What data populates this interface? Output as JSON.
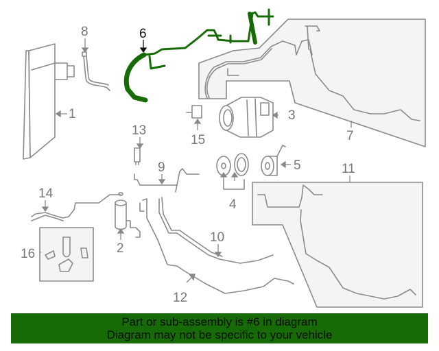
{
  "diagram": {
    "highlighted_part": "6",
    "colors": {
      "highlight": "#176b06",
      "line": "#888888",
      "box_fill": "#f4f4f4",
      "banner_bg": "#176b06"
    },
    "callouts": [
      {
        "id": "1",
        "label": "1"
      },
      {
        "id": "2",
        "label": "2"
      },
      {
        "id": "3",
        "label": "3"
      },
      {
        "id": "4",
        "label": "4"
      },
      {
        "id": "5",
        "label": "5"
      },
      {
        "id": "6",
        "label": "6"
      },
      {
        "id": "7",
        "label": "7"
      },
      {
        "id": "8",
        "label": "8"
      },
      {
        "id": "9",
        "label": "9"
      },
      {
        "id": "10",
        "label": "10"
      },
      {
        "id": "11",
        "label": "11"
      },
      {
        "id": "12",
        "label": "12"
      },
      {
        "id": "13",
        "label": "13"
      },
      {
        "id": "14",
        "label": "14"
      },
      {
        "id": "15",
        "label": "15"
      },
      {
        "id": "16",
        "label": "16"
      }
    ]
  },
  "banner": {
    "line1": "Part or sub-assembly is #6 in diagram",
    "line2": "Diagram may not be specific to your vehicle"
  }
}
